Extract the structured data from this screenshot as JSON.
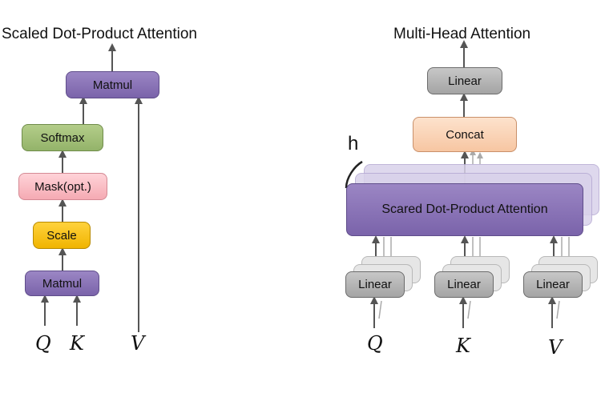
{
  "left": {
    "title": "Scaled Dot-Product Attention",
    "matmul_top": "Matmul",
    "softmax": "Softmax",
    "mask": "Mask(opt.)",
    "scale": "Scale",
    "matmul_bottom": "Matmul",
    "inputs": {
      "q": "Q",
      "k": "K",
      "v": "V"
    }
  },
  "right": {
    "title": "Multi-Head Attention",
    "linear_top": "Linear",
    "concat": "Concat",
    "h_label": "h",
    "attention": "Scared Dot-Product Attention",
    "linear_q": "Linear",
    "linear_k": "Linear",
    "linear_v": "Linear",
    "inputs": {
      "q": "Q",
      "k": "K",
      "v": "V"
    }
  }
}
